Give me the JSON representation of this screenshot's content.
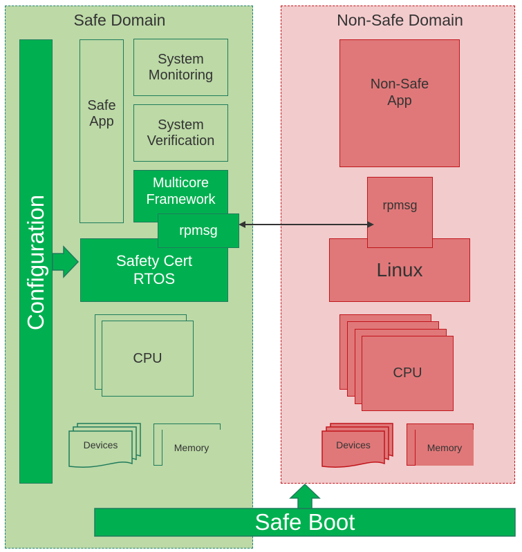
{
  "safe_domain": {
    "title": "Safe Domain",
    "configuration": "Configuration",
    "safe_app": "Safe\nApp",
    "system_monitoring": "System\nMonitoring",
    "system_verification": "System\nVerification",
    "multicore_framework": "Multicore\nFramework",
    "rpmsg": "rpmsg",
    "rtos": "Safety Cert\nRTOS",
    "cpu": "CPU",
    "devices": "Devices",
    "memory": "Memory"
  },
  "nonsafe_domain": {
    "title": "Non-Safe Domain",
    "app": "Non-Safe\nApp",
    "rpmsg": "rpmsg",
    "linux": "Linux",
    "cpu": "CPU",
    "devices": "Devices",
    "memory": "Memory"
  },
  "safe_boot": "Safe Boot",
  "colors": {
    "safe_fill": "#00b050",
    "safe_background": "#bcd9a6",
    "nonsafe_fill": "#e07879",
    "nonsafe_background": "#f2cbcc"
  }
}
